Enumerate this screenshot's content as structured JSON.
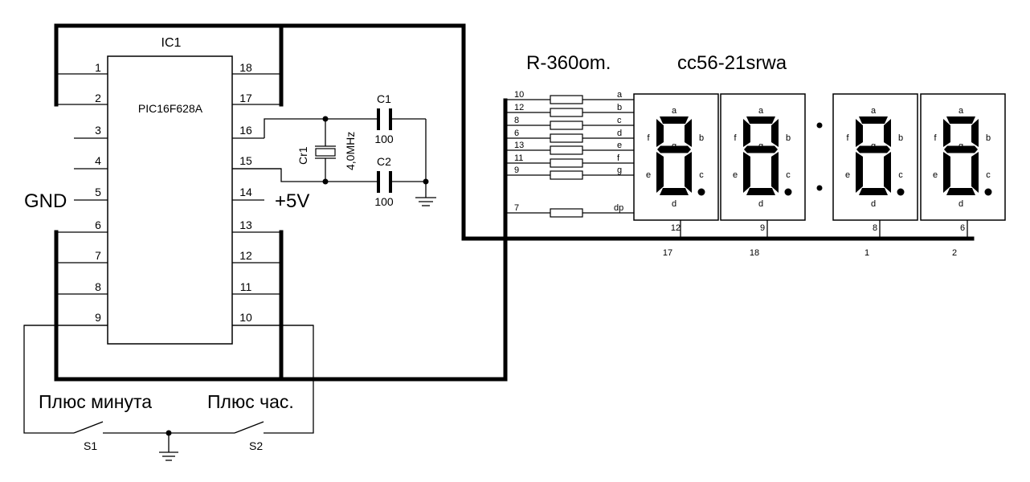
{
  "ic": {
    "ref": "IC1",
    "part": "PIC16F628A",
    "left_pins": [
      "1",
      "2",
      "3",
      "4",
      "5",
      "6",
      "7",
      "8",
      "9"
    ],
    "right_pins": [
      "18",
      "17",
      "16",
      "15",
      "14",
      "13",
      "12",
      "11",
      "10"
    ],
    "gnd_label": "GND",
    "vcc_label": "+5V"
  },
  "crystal": {
    "ref": "Cr1",
    "freq": "4,0MHz"
  },
  "caps": [
    {
      "ref": "C1",
      "value": "100"
    },
    {
      "ref": "C2",
      "value": "100"
    }
  ],
  "resistor_label": "R-360om.",
  "display_label": "cc56-21srwa",
  "resistor_pins": [
    "10",
    "12",
    "8",
    "6",
    "13",
    "11",
    "9",
    "7"
  ],
  "segment_wire_labels": [
    "a",
    "b",
    "c",
    "d",
    "e",
    "f",
    "g",
    "dp"
  ],
  "digit_segments": [
    "a",
    "b",
    "c",
    "d",
    "e",
    "f",
    "g"
  ],
  "digit_common_pins": [
    "12",
    "9",
    "8",
    "6"
  ],
  "digit_mcu_pins": [
    "17",
    "18",
    "1",
    "2"
  ],
  "switches": [
    {
      "ref": "S1",
      "label": "Плюс минута"
    },
    {
      "ref": "S2",
      "label": "Плюс час."
    }
  ]
}
